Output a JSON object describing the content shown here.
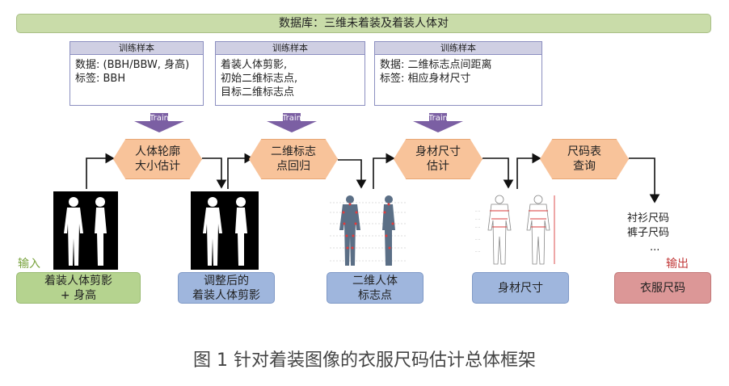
{
  "database_bar": "数据库：三维未着装及着装人体对",
  "train_tag": "Train",
  "training_samples": [
    {
      "title": "训练样本",
      "lines": [
        "数据: (BBH/BBW, 身高)",
        "标签: BBH"
      ]
    },
    {
      "title": "训练样本",
      "lines": [
        "着装人体剪影,",
        "初始二维标志点,",
        "目标二维标志点"
      ]
    },
    {
      "title": "训练样本",
      "lines": [
        "数据: 二维标志点间距离",
        "标签: 相应身材尺寸"
      ]
    }
  ],
  "stages": [
    {
      "line1": "人体轮廓",
      "line2": "大小估计"
    },
    {
      "line1": "二维标志",
      "line2": "点回归"
    },
    {
      "line1": "身材尺寸",
      "line2": "估计"
    },
    {
      "line1": "尺码表",
      "line2": "查询"
    }
  ],
  "bottom_boxes": [
    {
      "line1": "着装人体剪影",
      "line2": "+ 身高"
    },
    {
      "line1": "调整后的",
      "line2": "着装人体剪影"
    },
    {
      "line1": "二维人体",
      "line2": "标志点"
    },
    {
      "line1": "身材尺寸",
      "line2": ""
    },
    {
      "line1": "衣服尺码",
      "line2": ""
    }
  ],
  "input_label": "输入",
  "output_label": "输出",
  "clothing_items": [
    "衬衫尺码",
    "裤子尺码",
    "..."
  ],
  "caption": "图 1 针对着装图像的衣服尺码估计总体框架",
  "colors": {
    "database": "#c9dca9",
    "training_header": "#cfcfe3",
    "train_arrow": "#7b5fa3",
    "stage": "#f8c39a",
    "input_box": "#b5d38f",
    "intermediate_box": "#9fb6dd",
    "output_box": "#dc9797",
    "input_text": "#7aa33e",
    "output_text": "#c23a3a"
  }
}
